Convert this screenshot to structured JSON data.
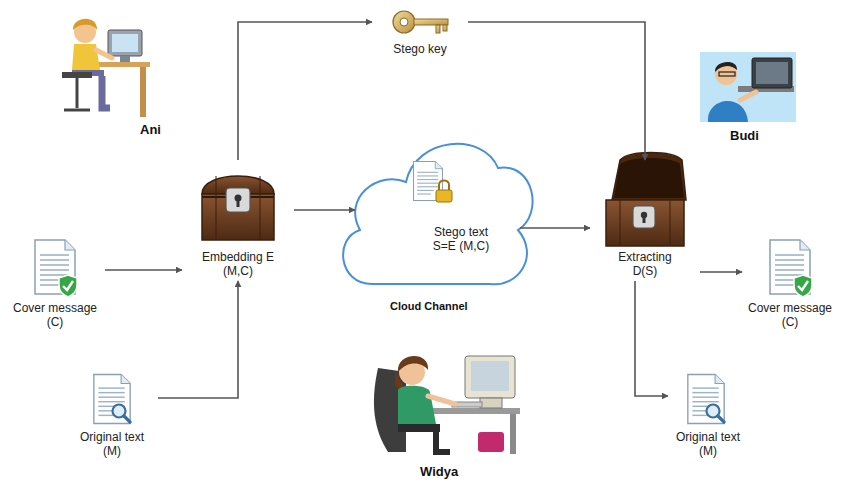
{
  "diagram": {
    "nodes": [
      {
        "text": [
          "Stego key"
        ]
      },
      {
        "text": [
          "Embedding E (M,C)"
        ]
      },
      {
        "text": [
          "Stego text S=E (M,C)"
        ]
      },
      {
        "text": [
          "Extracting D(S)"
        ]
      },
      {
        "text": [
          "Cover message (C)"
        ]
      },
      {
        "text": [
          "Original text (M)"
        ]
      },
      {
        "text": [
          "Cover message (C)"
        ]
      },
      {
        "text": [
          "Original text (M)"
        ]
      }
    ],
    "edges": [
      {
        "from": 1,
        "to": 0,
        "arrow": "to"
      },
      {
        "from": 0,
        "to": 3,
        "arrow": "to"
      },
      {
        "from": 4,
        "to": 1,
        "arrow": "to"
      },
      {
        "from": 5,
        "to": 1,
        "arrow": "to"
      },
      {
        "from": 1,
        "to": 2,
        "arrow": "to"
      },
      {
        "from": 2,
        "to": 3,
        "arrow": "to"
      },
      {
        "from": 3,
        "to": 6,
        "arrow": "to"
      },
      {
        "from": 3,
        "to": 7,
        "arrow": "to"
      }
    ],
    "labels": [
      "Ani",
      "Budi",
      "Cloud Channel",
      "Widya"
    ]
  }
}
